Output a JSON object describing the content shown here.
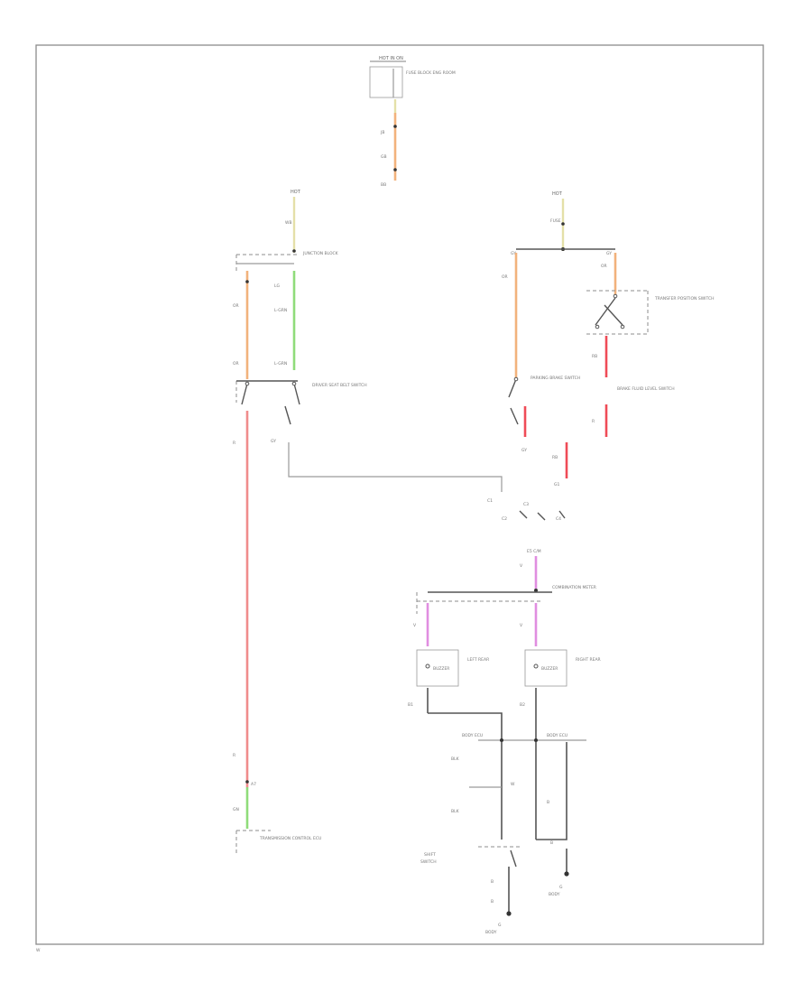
{
  "diagram": {
    "labels": {
      "hot_at_all_times": "HOT IN ON",
      "fuse_top": "FUSE BLOCK ENG ROOM",
      "hot_left": "HOT",
      "hot_right": "HOT",
      "relay_left": "JUNCTION BLOCK",
      "relay_right": "FUSE",
      "seat_belt_switch": "DRIVER SEAT BELT SWITCH",
      "transfer_switch": "TRANSFER POSITION SWITCH",
      "park_brake_switch": "PARKING BRAKE SWITCH",
      "brake_fluid_switch": "BRAKE FLUID LEVEL SWITCH",
      "combination_meter": "COMBINATION METER",
      "left_buzzer": "BUZZER",
      "right_buzzer": "BUZZER",
      "left_box": "LEFT REAR",
      "right_box": "RIGHT REAR",
      "body_ecu_left": "BODY ECU",
      "body_ecu_right": "BODY ECU",
      "transmission_ecu": "TRANSMISSION CONTROL ECU",
      "ground_left": "G",
      "ground_right": "G",
      "corner_tag": "W"
    }
  }
}
